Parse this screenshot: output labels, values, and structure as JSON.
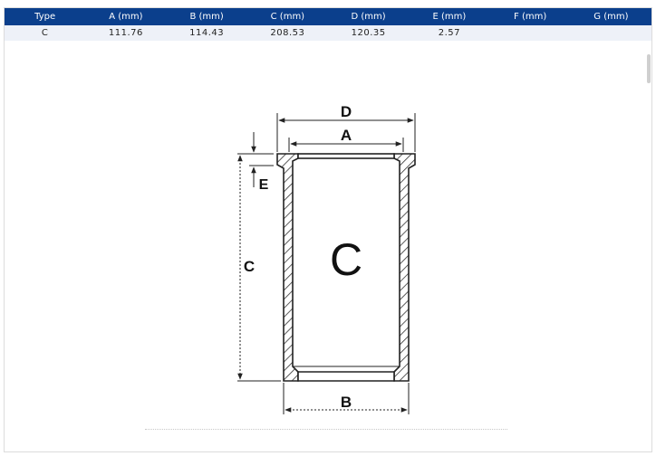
{
  "table": {
    "headers": [
      "Type",
      "A (mm)",
      "B (mm)",
      "C (mm)",
      "D (mm)",
      "E (mm)",
      "F (mm)",
      "G (mm)"
    ],
    "rows": [
      [
        "C",
        "111.76",
        "114.43",
        "208.53",
        "120.35",
        "2.57",
        "",
        ""
      ]
    ]
  },
  "diagram": {
    "labels": {
      "d": "D",
      "a": "A",
      "e": "E",
      "c_dim": "C",
      "type": "C",
      "b": "B"
    }
  },
  "colors": {
    "header_bg": "#0b3f8c",
    "row_bg": "#eef1f8",
    "line": "#333333"
  }
}
